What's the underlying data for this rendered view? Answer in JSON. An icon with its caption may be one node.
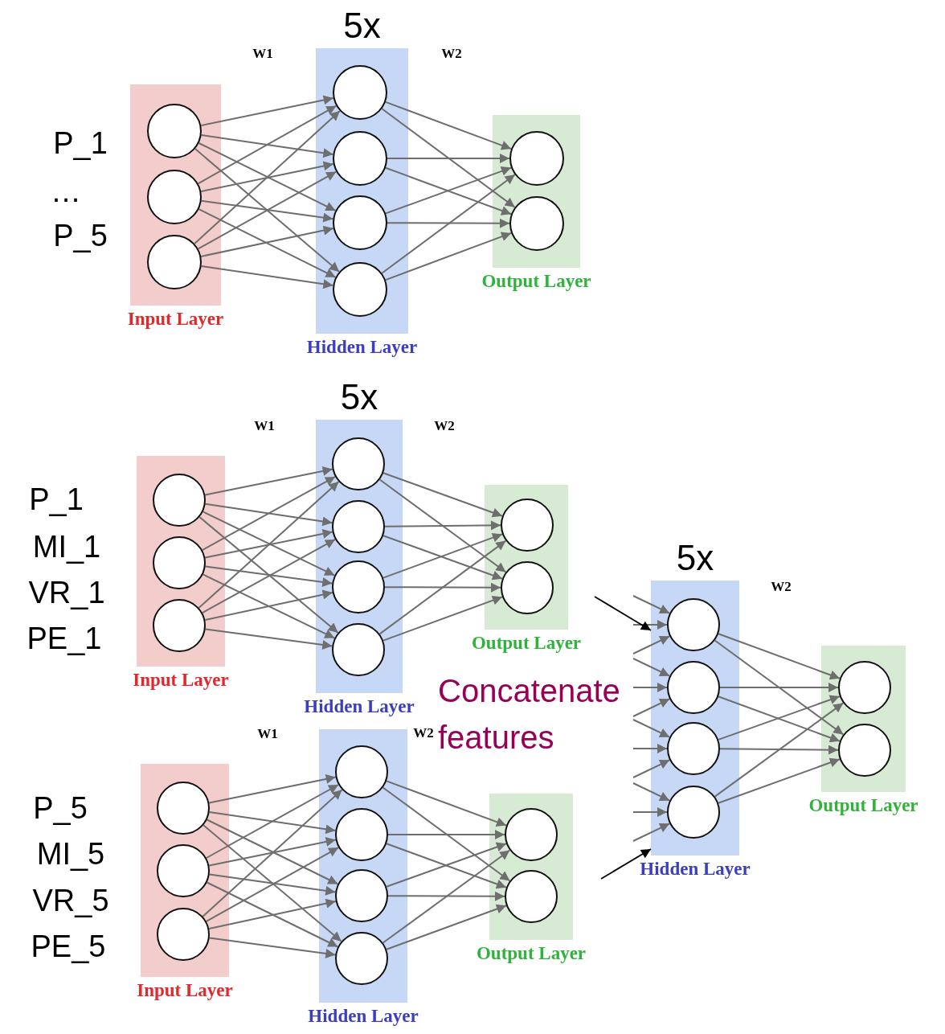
{
  "diagram": {
    "nodes": [
      {
        "text": [
          "Input Layer"
        ]
      },
      {
        "text": [],
        "shape": "circle",
        "in": 0
      },
      {
        "text": [],
        "shape": "circle",
        "in": 0
      },
      {
        "text": [],
        "shape": "circle",
        "in": 0
      },
      {
        "text": [
          "Hidden Layer"
        ],
        "beside": [
          "5x"
        ]
      },
      {
        "text": [],
        "shape": "circle",
        "in": 4
      },
      {
        "text": [],
        "shape": "circle",
        "in": 4
      },
      {
        "text": [],
        "shape": "circle",
        "in": 4
      },
      {
        "text": [],
        "shape": "circle",
        "in": 4
      },
      {
        "text": [
          "Output Layer"
        ]
      },
      {
        "text": [],
        "shape": "circle",
        "in": 9
      },
      {
        "text": [],
        "shape": "circle",
        "in": 9
      },
      {
        "text": [
          "Input Layer"
        ]
      },
      {
        "text": [],
        "shape": "circle",
        "in": 12
      },
      {
        "text": [],
        "shape": "circle",
        "in": 12
      },
      {
        "text": [],
        "shape": "circle",
        "in": 12
      },
      {
        "text": [
          "Hidden Layer"
        ],
        "beside": [
          "5x"
        ]
      },
      {
        "text": [],
        "shape": "circle",
        "in": 16
      },
      {
        "text": [],
        "shape": "circle",
        "in": 16
      },
      {
        "text": [],
        "shape": "circle",
        "in": 16
      },
      {
        "text": [],
        "shape": "circle",
        "in": 16
      },
      {
        "text": [
          "Output Layer"
        ]
      },
      {
        "text": [],
        "shape": "circle",
        "in": 21
      },
      {
        "text": [],
        "shape": "circle",
        "in": 21
      },
      {
        "text": [
          "Input Layer"
        ]
      },
      {
        "text": [],
        "shape": "circle",
        "in": 24
      },
      {
        "text": [],
        "shape": "circle",
        "in": 24
      },
      {
        "text": [],
        "shape": "circle",
        "in": 24
      },
      {
        "text": [
          "Hidden Layer"
        ]
      },
      {
        "text": [],
        "shape": "circle",
        "in": 28
      },
      {
        "text": [],
        "shape": "circle",
        "in": 28
      },
      {
        "text": [],
        "shape": "circle",
        "in": 28
      },
      {
        "text": [],
        "shape": "circle",
        "in": 28
      },
      {
        "text": [
          "Output Layer"
        ]
      },
      {
        "text": [],
        "shape": "circle",
        "in": 33
      },
      {
        "text": [],
        "shape": "circle",
        "in": 33
      },
      {
        "text": [
          "Hidden Layer"
        ],
        "beside": [
          "5x"
        ]
      },
      {
        "text": [],
        "shape": "circle",
        "in": 36
      },
      {
        "text": [],
        "shape": "circle",
        "in": 36
      },
      {
        "text": [],
        "shape": "circle",
        "in": 36
      },
      {
        "text": [],
        "shape": "circle",
        "in": 36
      },
      {
        "text": [
          "Output Layer"
        ]
      },
      {
        "text": [],
        "shape": "circle",
        "in": 41
      },
      {
        "text": [],
        "shape": "circle",
        "in": 41
      }
    ],
    "edges": [
      {
        "from": 1,
        "to": 5,
        "arrow": "to"
      },
      {
        "from": 1,
        "to": 6,
        "arrow": "to"
      },
      {
        "from": 1,
        "to": 7,
        "arrow": "to"
      },
      {
        "from": 1,
        "to": 8,
        "arrow": "to"
      },
      {
        "from": 2,
        "to": 5,
        "arrow": "to"
      },
      {
        "from": 2,
        "to": 6,
        "arrow": "to"
      },
      {
        "from": 2,
        "to": 7,
        "arrow": "to"
      },
      {
        "from": 2,
        "to": 8,
        "arrow": "to"
      },
      {
        "from": 3,
        "to": 5,
        "arrow": "to"
      },
      {
        "from": 3,
        "to": 6,
        "arrow": "to"
      },
      {
        "from": 3,
        "to": 7,
        "arrow": "to"
      },
      {
        "from": 3,
        "to": 8,
        "arrow": "to"
      },
      {
        "from": 5,
        "to": 10,
        "arrow": "to"
      },
      {
        "from": 5,
        "to": 11,
        "arrow": "to"
      },
      {
        "from": 6,
        "to": 10,
        "arrow": "to"
      },
      {
        "from": 6,
        "to": 11,
        "arrow": "to"
      },
      {
        "from": 7,
        "to": 10,
        "arrow": "to"
      },
      {
        "from": 7,
        "to": 11,
        "arrow": "to"
      },
      {
        "from": 8,
        "to": 10,
        "arrow": "to"
      },
      {
        "from": 8,
        "to": 11,
        "arrow": "to"
      },
      {
        "from": 13,
        "to": 17,
        "arrow": "to"
      },
      {
        "from": 13,
        "to": 18,
        "arrow": "to"
      },
      {
        "from": 13,
        "to": 19,
        "arrow": "to"
      },
      {
        "from": 13,
        "to": 20,
        "arrow": "to"
      },
      {
        "from": 14,
        "to": 17,
        "arrow": "to"
      },
      {
        "from": 14,
        "to": 18,
        "arrow": "to"
      },
      {
        "from": 14,
        "to": 19,
        "arrow": "to"
      },
      {
        "from": 14,
        "to": 20,
        "arrow": "to"
      },
      {
        "from": 15,
        "to": 17,
        "arrow": "to"
      },
      {
        "from": 15,
        "to": 18,
        "arrow": "to"
      },
      {
        "from": 15,
        "to": 19,
        "arrow": "to"
      },
      {
        "from": 15,
        "to": 20,
        "arrow": "to"
      },
      {
        "from": 17,
        "to": 22,
        "arrow": "to"
      },
      {
        "from": 17,
        "to": 23,
        "arrow": "to"
      },
      {
        "from": 18,
        "to": 22,
        "arrow": "to"
      },
      {
        "from": 18,
        "to": 23,
        "arrow": "to"
      },
      {
        "from": 19,
        "to": 22,
        "arrow": "to"
      },
      {
        "from": 19,
        "to": 23,
        "arrow": "to"
      },
      {
        "from": 20,
        "to": 22,
        "arrow": "to"
      },
      {
        "from": 20,
        "to": 23,
        "arrow": "to"
      },
      {
        "from": 25,
        "to": 29,
        "arrow": "to"
      },
      {
        "from": 25,
        "to": 30,
        "arrow": "to"
      },
      {
        "from": 25,
        "to": 31,
        "arrow": "to"
      },
      {
        "from": 25,
        "to": 32,
        "arrow": "to"
      },
      {
        "from": 26,
        "to": 29,
        "arrow": "to"
      },
      {
        "from": 26,
        "to": 30,
        "arrow": "to"
      },
      {
        "from": 26,
        "to": 31,
        "arrow": "to"
      },
      {
        "from": 26,
        "to": 32,
        "arrow": "to"
      },
      {
        "from": 27,
        "to": 29,
        "arrow": "to"
      },
      {
        "from": 27,
        "to": 30,
        "arrow": "to"
      },
      {
        "from": 27,
        "to": 31,
        "arrow": "to"
      },
      {
        "from": 27,
        "to": 32,
        "arrow": "to"
      },
      {
        "from": 29,
        "to": 34,
        "arrow": "to"
      },
      {
        "from": 29,
        "to": 35,
        "arrow": "to"
      },
      {
        "from": 30,
        "to": 34,
        "arrow": "to"
      },
      {
        "from": 30,
        "to": 35,
        "arrow": "to"
      },
      {
        "from": 31,
        "to": 34,
        "arrow": "to"
      },
      {
        "from": 31,
        "to": 35,
        "arrow": "to"
      },
      {
        "from": 32,
        "to": 34,
        "arrow": "to"
      },
      {
        "from": 32,
        "to": 35,
        "arrow": "to"
      },
      {
        "from": null,
        "to": 37,
        "arrow": "to"
      },
      {
        "from": null,
        "to": 37,
        "arrow": "to"
      },
      {
        "from": null,
        "to": 37,
        "arrow": "to"
      },
      {
        "from": null,
        "to": 38,
        "arrow": "to"
      },
      {
        "from": null,
        "to": 38,
        "arrow": "to"
      },
      {
        "from": null,
        "to": 38,
        "arrow": "to"
      },
      {
        "from": null,
        "to": 39,
        "arrow": "to"
      },
      {
        "from": null,
        "to": 39,
        "arrow": "to"
      },
      {
        "from": null,
        "to": 39,
        "arrow": "to"
      },
      {
        "from": null,
        "to": 40,
        "arrow": "to"
      },
      {
        "from": null,
        "to": 40,
        "arrow": "to"
      },
      {
        "from": null,
        "to": 40,
        "arrow": "to"
      },
      {
        "from": 37,
        "to": 42,
        "arrow": "to"
      },
      {
        "from": 37,
        "to": 43,
        "arrow": "to"
      },
      {
        "from": 38,
        "to": 42,
        "arrow": "to"
      },
      {
        "from": 38,
        "to": 43,
        "arrow": "to"
      },
      {
        "from": 39,
        "to": 42,
        "arrow": "to"
      },
      {
        "from": 39,
        "to": 43,
        "arrow": "to"
      },
      {
        "from": 40,
        "to": 42,
        "arrow": "to"
      },
      {
        "from": 40,
        "to": 43,
        "arrow": "to"
      },
      {
        "from": null,
        "to": 36,
        "arrow": "to",
        "color": "#000000"
      },
      {
        "from": null,
        "to": 36,
        "arrow": "to",
        "color": "#000000"
      }
    ],
    "labels": [
      "W1",
      "W2",
      "P_1",
      "…",
      "P_5",
      "W1",
      "W2",
      "P_1",
      "MI_1",
      "VR_1",
      "PE_1",
      "W2",
      "Concatenate features",
      "W1",
      "W2",
      "P_5",
      "MI_5",
      "VR_5",
      "PE_5"
    ]
  }
}
